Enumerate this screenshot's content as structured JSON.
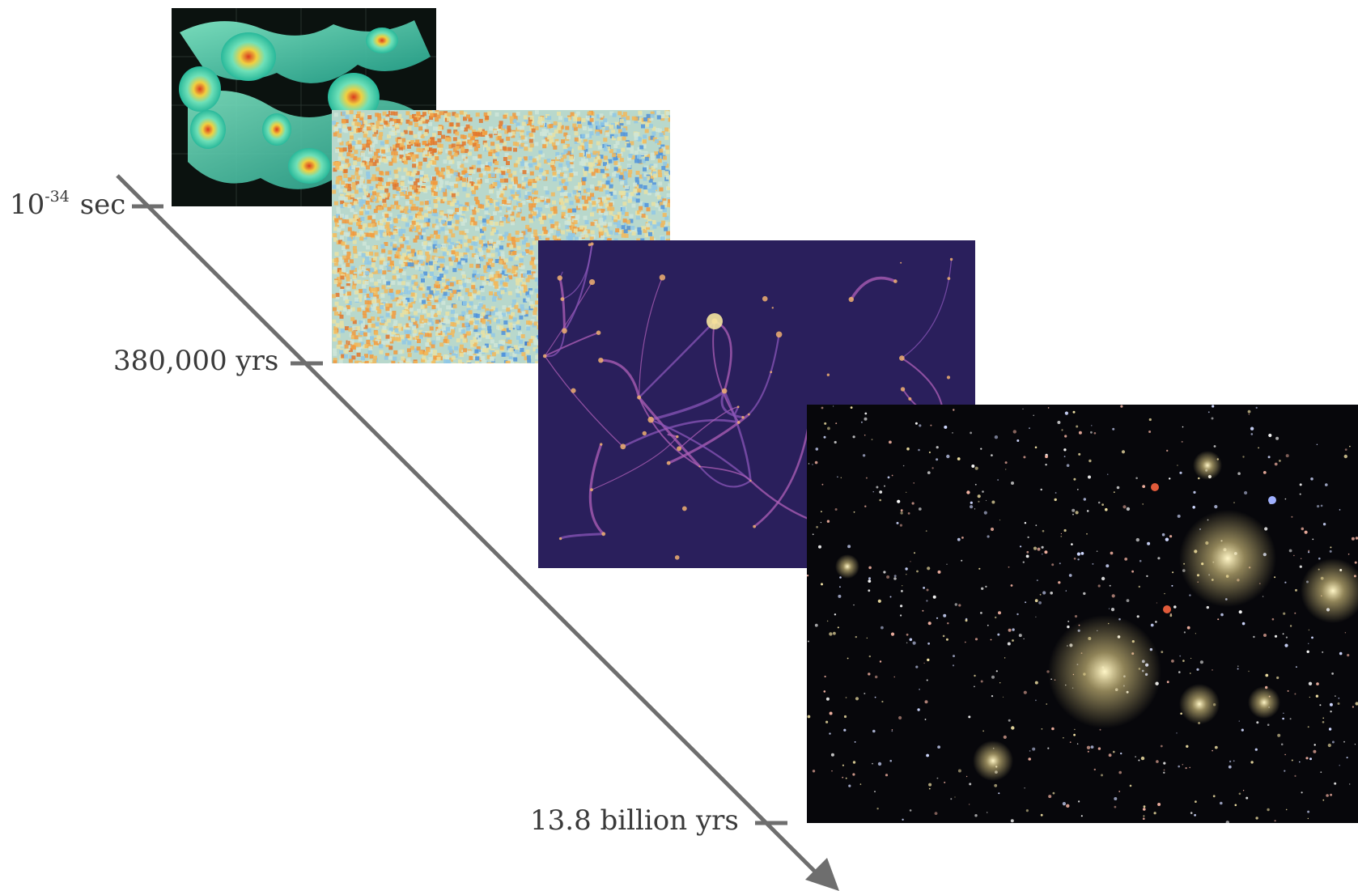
{
  "timeline": {
    "arrow_color": "#6e6e6e",
    "markers": [
      {
        "id": "inflation",
        "base": "10",
        "exponent": "-34",
        "unit": "sec"
      },
      {
        "id": "recombination",
        "text": "380,000 yrs"
      },
      {
        "id": "today",
        "text": "13.8 billion yrs"
      }
    ]
  },
  "panels": [
    {
      "name": "inflation-fluctuations-panel",
      "depicts": "3D density fluctuation volume render",
      "palette": [
        "#0b120f",
        "#28c2a2",
        "#6fe0b8",
        "#f0d040",
        "#d93a1e"
      ]
    },
    {
      "name": "cmb-map-panel",
      "depicts": "cosmic microwave background temperature map",
      "palette": [
        "#2a6fd0",
        "#8fc8e6",
        "#e9e2a2",
        "#f29a3c"
      ]
    },
    {
      "name": "cosmic-web-panel",
      "depicts": "dark matter cosmic web simulation",
      "palette": [
        "#241a52",
        "#6a3fa0",
        "#b060b8",
        "#f0b070"
      ]
    },
    {
      "name": "galaxy-field-panel",
      "depicts": "present-day galaxy field",
      "palette": [
        "#06060a",
        "#f3e3a6",
        "#ffffff",
        "#d05030"
      ]
    }
  ]
}
